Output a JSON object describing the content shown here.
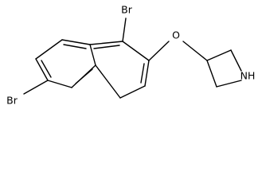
{
  "molecule": {
    "atoms": {
      "br_top": "Br",
      "br_left": "Br",
      "oxygen": "O",
      "nh": "NH"
    }
  }
}
